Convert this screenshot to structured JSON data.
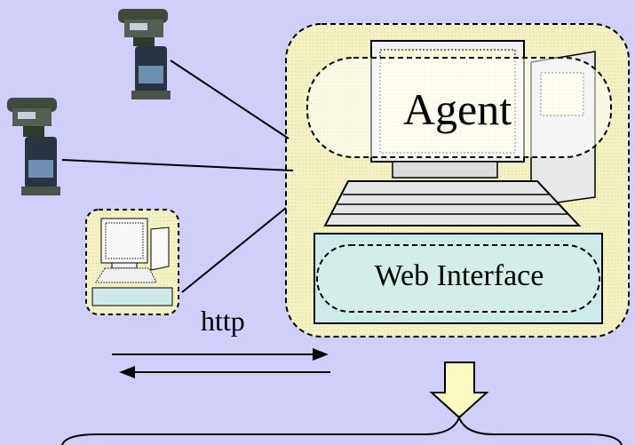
{
  "labels": {
    "agent": "Agent",
    "web_interface": "Web Interface",
    "http": "http"
  },
  "icons": {
    "device_top": "network-camera-icon",
    "device_middle": "network-camera-icon",
    "client_pc": "desktop-computer-icon",
    "agent_pc": "desktop-computer-icon",
    "down_arrow": "down-arrow-icon"
  },
  "colors": {
    "background": "#cfcffa",
    "agent_box": "#f4f2c2",
    "web_interface_box": "#cdeae8",
    "arrow_fill": "#fbfbc0"
  }
}
